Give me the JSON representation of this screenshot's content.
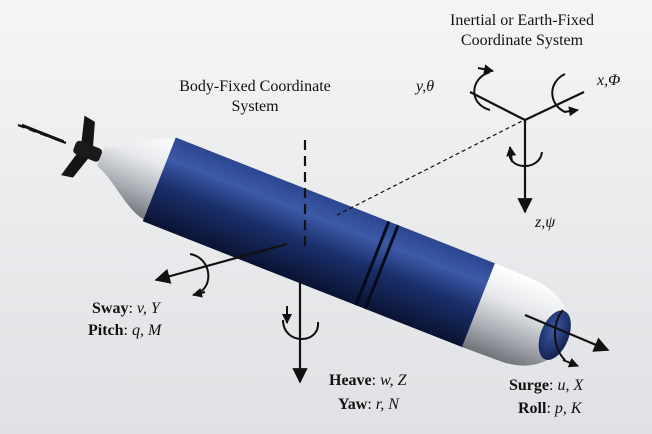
{
  "inertial_frame": {
    "title_line1": "Inertial or Earth-Fixed",
    "title_line2": "Coordinate System",
    "x_axis": {
      "var": "x",
      "angle": "Φ"
    },
    "y_axis": {
      "var": "y",
      "angle": "θ"
    },
    "z_axis": {
      "var": "z",
      "angle": "ψ"
    }
  },
  "body_frame": {
    "title_line1": "Body-Fixed Coordinate",
    "title_line2": "System"
  },
  "dof": {
    "sway": {
      "name": "Sway",
      "vel": "v",
      "force": "Y"
    },
    "pitch": {
      "name": "Pitch",
      "vel": "q",
      "force": "M"
    },
    "heave": {
      "name": "Heave",
      "vel": "w",
      "force": "Z"
    },
    "yaw": {
      "name": "Yaw",
      "vel": "r",
      "force": "N"
    },
    "surge": {
      "name": "Surge",
      "vel": "u",
      "force": "X"
    },
    "roll": {
      "name": "Roll",
      "vel": "p",
      "force": "K"
    }
  },
  "colors": {
    "hull": "#1b2f6b",
    "hull_highlight": "#3d5aa8",
    "hull_shadow": "#0a1332",
    "metal": "#c8ccd2",
    "background": "#eceef0",
    "line": "#111111"
  }
}
